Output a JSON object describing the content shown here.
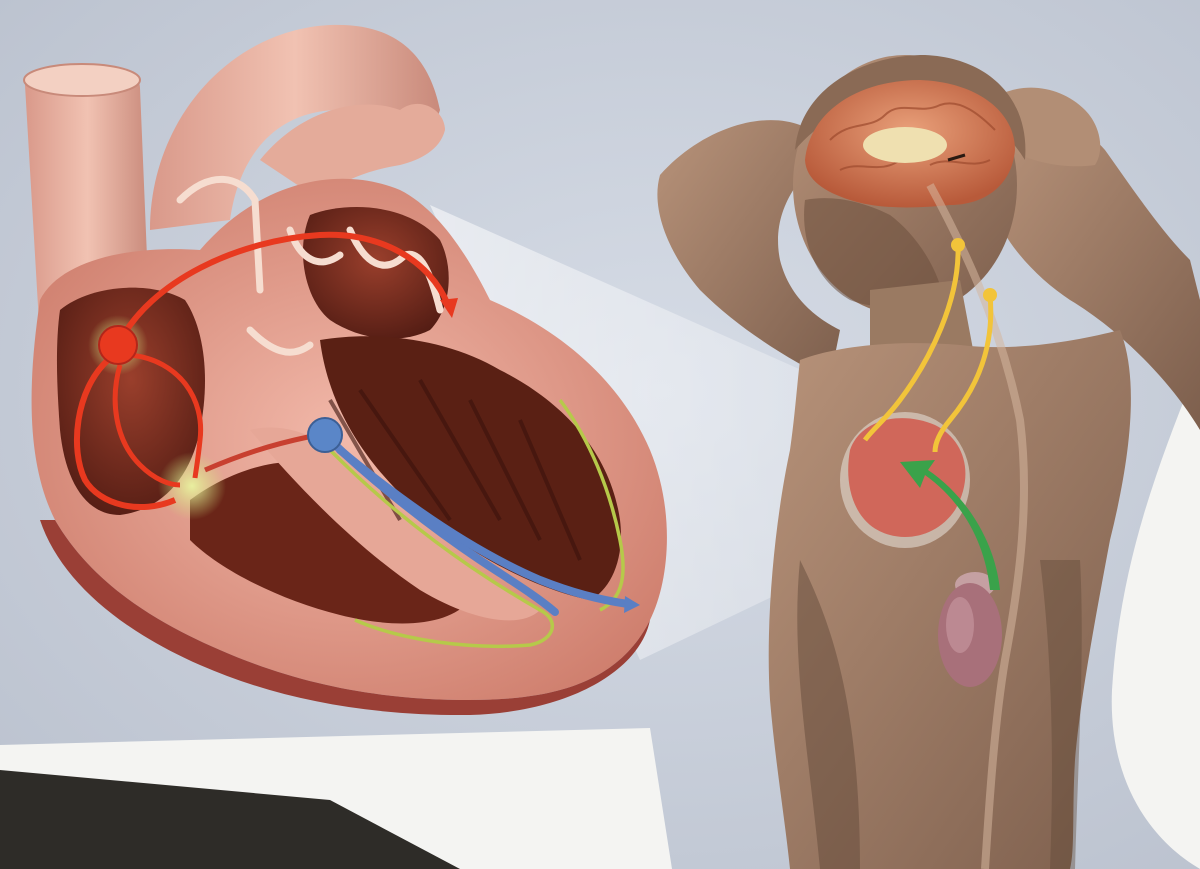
{
  "figure": {
    "type": "anatomical-illustration",
    "panels": [
      "heart-cross-section",
      "human-torso"
    ],
    "printed_text": []
  },
  "palette": {
    "background": "#c9d0dc",
    "paper": "#f4f4f2",
    "heart_wall": "#e8a79a",
    "heart_cavity": "#7c2e1f",
    "heart_dark": "#4a1a12",
    "vessel": "#e9b7a6",
    "sa_node": "#e8391f",
    "av_node": "#5a86c8",
    "glow": "#cfe27a",
    "atrial_path": "#e8391f",
    "ventricular_path": "#5a7fc4",
    "purkinje": "#b6c94a",
    "nerve": "#f2c43a",
    "hormone_arrow": "#3aa24a",
    "skin": "#a68468",
    "brain": "#d9825a",
    "kidney": "#a8707a"
  },
  "marks": {
    "nodes": [
      {
        "name": "sa-node",
        "color_key": "sa_node"
      },
      {
        "name": "av-node",
        "color_key": "av_node"
      }
    ],
    "signal_paths": [
      {
        "name": "atrial-signal-path",
        "color_key": "atrial_path"
      },
      {
        "name": "ventricular-signal-path",
        "color_key": "ventricular_path"
      },
      {
        "name": "nerve-path",
        "color_key": "nerve"
      },
      {
        "name": "hormone-arrow",
        "color_key": "hormone_arrow"
      }
    ]
  }
}
